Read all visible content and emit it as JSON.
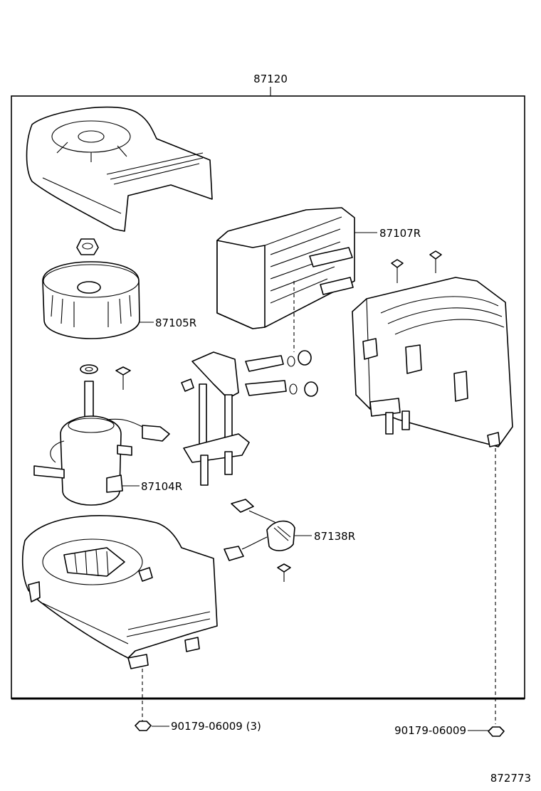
{
  "diagram": {
    "assembly_part_number": "87120",
    "diagram_code": "872773",
    "callouts": {
      "heater_core": "87107R",
      "blower_fan": "87105R",
      "blower_motor": "87104R",
      "resistor": "87138R",
      "nut_left": "90179-06009 (3)",
      "nut_right": "90179-06009"
    }
  }
}
